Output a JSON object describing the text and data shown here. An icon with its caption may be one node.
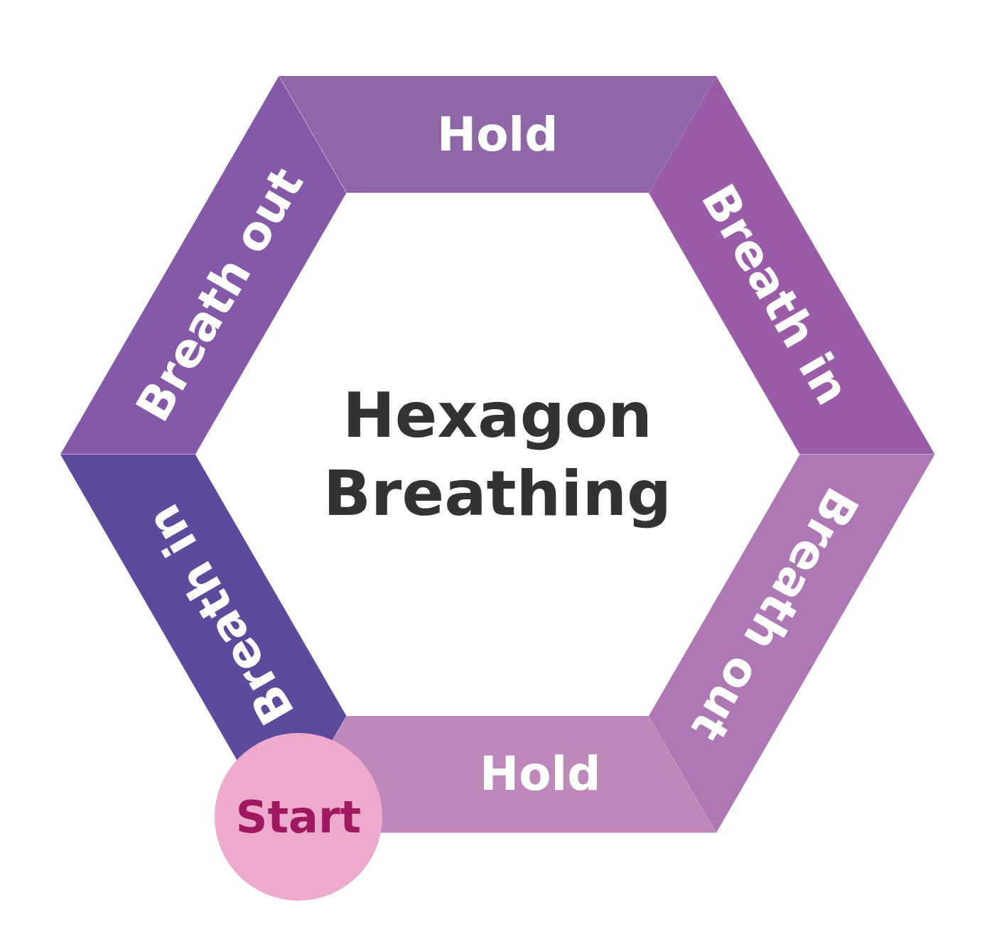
{
  "diagram": {
    "title": "Hexagon Breathing",
    "nodes": [
      {
        "text": [
          "Hold"
        ]
      },
      {
        "text": [
          "Breath in"
        ]
      },
      {
        "text": [
          "Breath out"
        ]
      },
      {
        "text": [
          "Hold"
        ]
      },
      {
        "text": [
          "Breath in"
        ]
      },
      {
        "text": [
          "Breath out"
        ]
      },
      {
        "text": [
          "Start"
        ]
      }
    ]
  }
}
